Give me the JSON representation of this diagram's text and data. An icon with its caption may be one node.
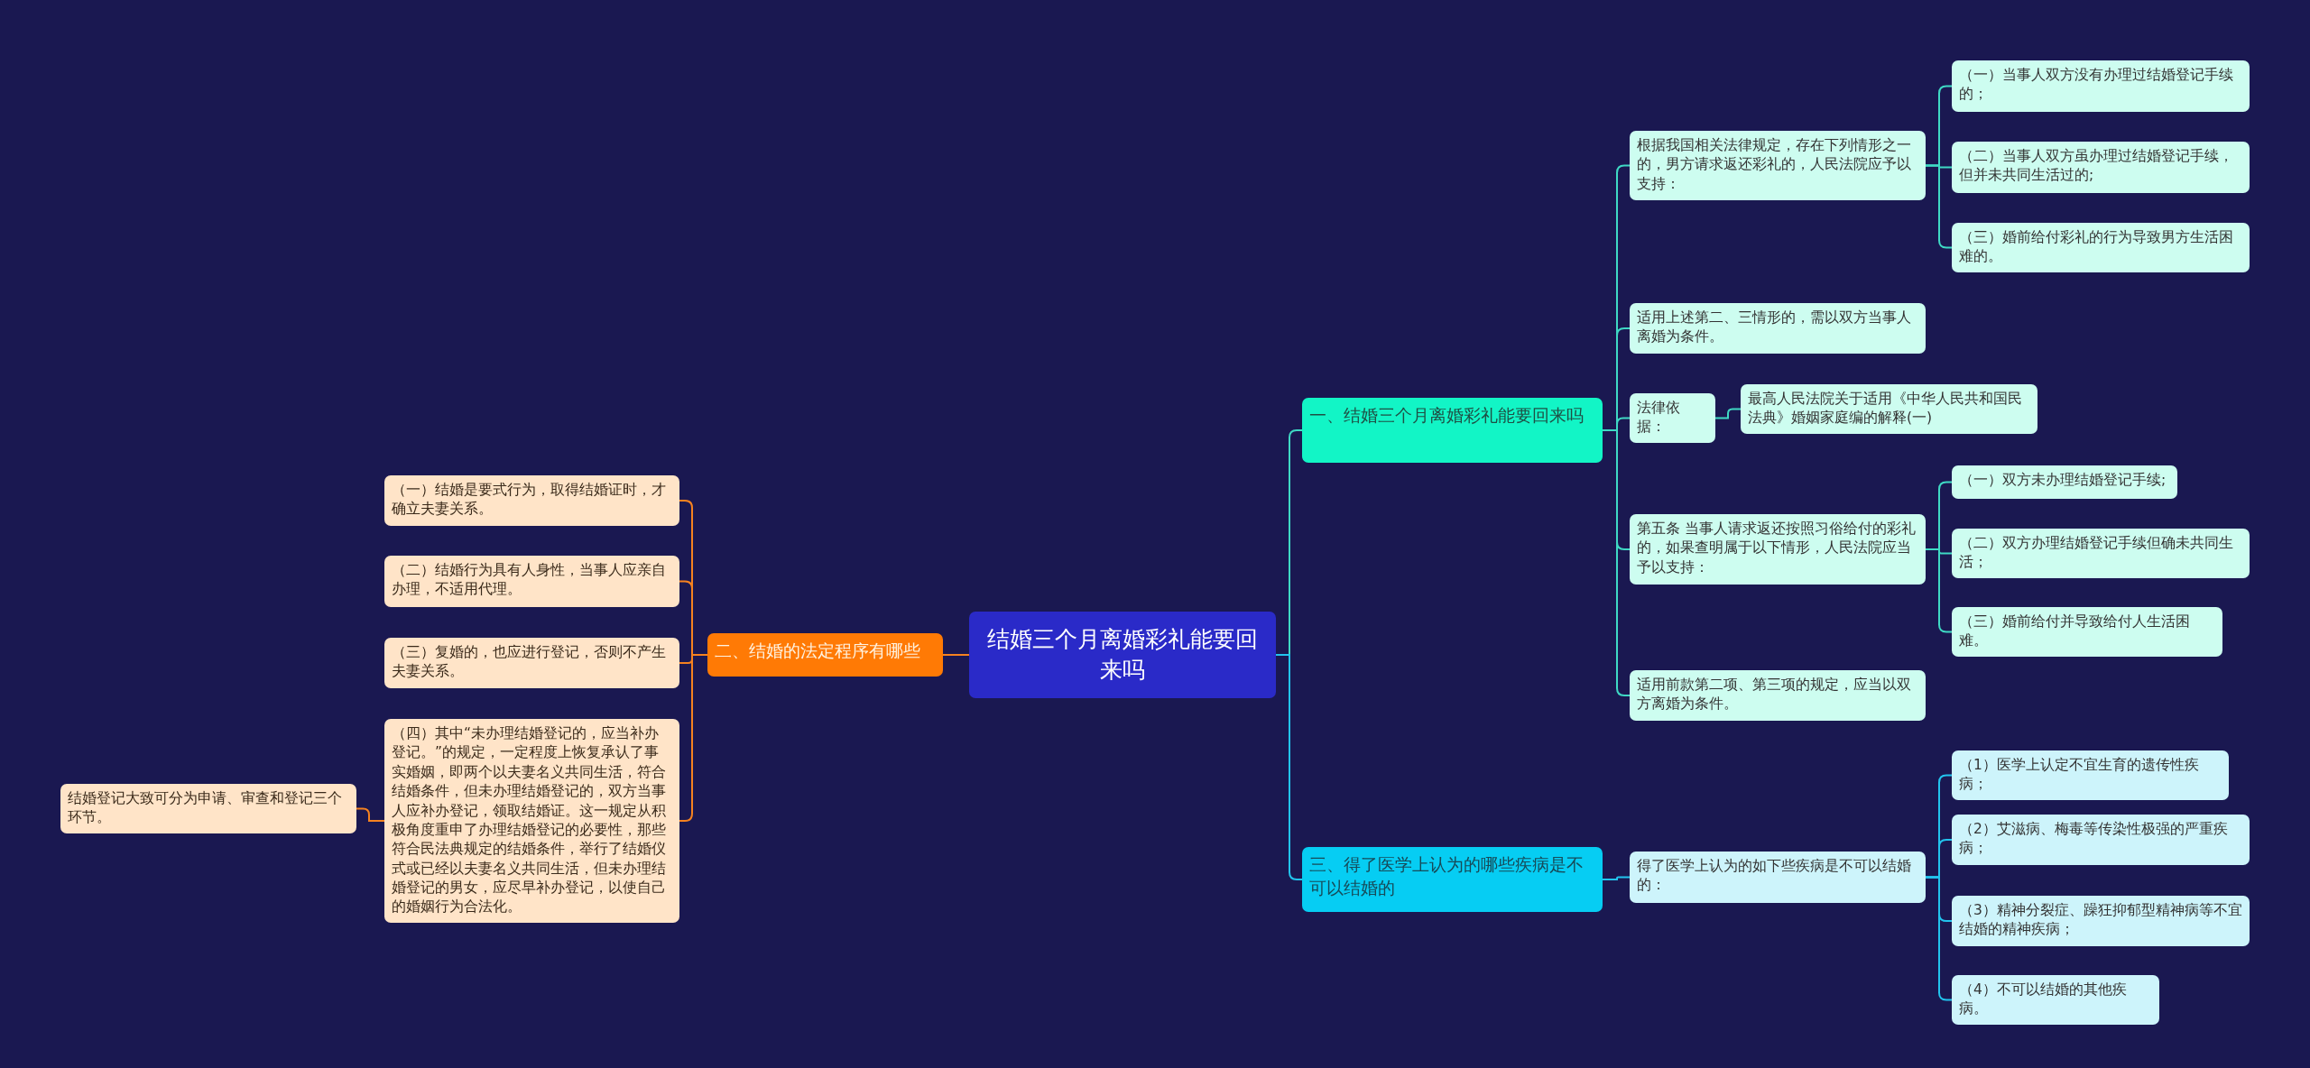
{
  "diagram": {
    "nodes": [
      {
        "text": [
          "结婚三个月离婚彩礼能要回来吗"
        ]
      },
      {
        "text": [
          "一、结婚三个月离婚彩礼能要回来吗"
        ]
      },
      {
        "text": [
          "根据我国相关法律规定，存在下列情形之一的，男方请求返还彩礼的，人民法院应予以支持："
        ]
      },
      {
        "text": [
          "（一）当事人双方没有办理过结婚登记手续的；"
        ]
      },
      {
        "text": [
          "（二）当事人双方虽办理过结婚登记手续，但并未共同生活过的;"
        ]
      },
      {
        "text": [
          "（三）婚前给付彩礼的行为导致男方生活困难的。"
        ]
      },
      {
        "text": [
          "适用上述第二、三情形的，需以双方当事人离婚为条件。"
        ]
      },
      {
        "text": [
          "法律依据："
        ]
      },
      {
        "text": [
          "最高人民法院关于适用《中华人民共和国民法典》婚姻家庭编的解释(一)"
        ]
      },
      {
        "text": [
          "第五条 当事人请求返还按照习俗给付的彩礼的，如果查明属于以下情形，人民法院应当予以支持："
        ]
      },
      {
        "text": [
          "（一）双方未办理结婚登记手续;"
        ]
      },
      {
        "text": [
          "（二）双方办理结婚登记手续但确未共同生活；"
        ]
      },
      {
        "text": [
          "（三）婚前给付并导致给付人生活困难。"
        ]
      },
      {
        "text": [
          "适用前款第二项、第三项的规定，应当以双方离婚为条件。"
        ]
      },
      {
        "text": [
          "三、得了医学上认为的哪些疾病是不可以结婚的"
        ]
      },
      {
        "text": [
          "得了医学上认为的如下些疾病是不可以结婚的："
        ]
      },
      {
        "text": [
          "（1）医学上认定不宜生育的遗传性疾病；"
        ]
      },
      {
        "text": [
          "（2）艾滋病、梅毒等传染性极强的严重疾病；"
        ]
      },
      {
        "text": [
          "（3）精神分裂症、躁狂抑郁型精神病等不宜结婚的精神疾病；"
        ]
      },
      {
        "text": [
          "（4）不可以结婚的其他疾病。"
        ]
      },
      {
        "text": [
          "二、结婚的法定程序有哪些"
        ]
      },
      {
        "text": [
          "（一）结婚是要式行为，取得结婚证时，才确立夫妻关系。"
        ]
      },
      {
        "text": [
          "（二）结婚行为具有人身性，当事人应亲自办理，不适用代理。"
        ]
      },
      {
        "text": [
          "（三）复婚的，也应进行登记，否则不产生夫妻关系。"
        ]
      },
      {
        "text": [
          "（四）其中“未办理结婚登记的，应当补办登记。”的规定，一定程度上恢复承认了事实婚姻，即两个以夫妻名义共同生活，符合结婚条件，但未办理结婚登记的，双方当事人应补办登记，领取结婚证。这一规定从积极角度重申了办理结婚登记的必要性，那些符合民法典规定的结婚条件，举行了结婚仪式或已经以夫妻名义共同生活，但未办理结婚登记的男女，应尽早补办登记，以使自己的婚姻行为合法化。"
        ]
      },
      {
        "text": [
          "结婚登记大致可分为申请、审查和登记三个环节。"
        ]
      }
    ],
    "edges": [
      {
        "from": 0,
        "to": 1,
        "arrow": "none"
      },
      {
        "from": 1,
        "to": 2,
        "arrow": "none"
      },
      {
        "from": 2,
        "to": 3,
        "arrow": "none"
      },
      {
        "from": 2,
        "to": 4,
        "arrow": "none"
      },
      {
        "from": 2,
        "to": 5,
        "arrow": "none"
      },
      {
        "from": 1,
        "to": 6,
        "arrow": "none"
      },
      {
        "from": 1,
        "to": 7,
        "arrow": "none"
      },
      {
        "from": 7,
        "to": 8,
        "arrow": "none"
      },
      {
        "from": 1,
        "to": 9,
        "arrow": "none"
      },
      {
        "from": 9,
        "to": 10,
        "arrow": "none"
      },
      {
        "from": 9,
        "to": 11,
        "arrow": "none"
      },
      {
        "from": 9,
        "to": 12,
        "arrow": "none"
      },
      {
        "from": 1,
        "to": 13,
        "arrow": "none"
      },
      {
        "from": 0,
        "to": 14,
        "arrow": "none",
        "color": "#22c4ee"
      },
      {
        "from": 14,
        "to": 15,
        "arrow": "none",
        "color": "#22c4ee"
      },
      {
        "from": 15,
        "to": 16,
        "arrow": "none",
        "color": "#22c4ee"
      },
      {
        "from": 15,
        "to": 17,
        "arrow": "none",
        "color": "#22c4ee"
      },
      {
        "from": 15,
        "to": 18,
        "arrow": "none",
        "color": "#22c4ee"
      },
      {
        "from": 15,
        "to": 19,
        "arrow": "none",
        "color": "#22c4ee"
      },
      {
        "from": 0,
        "to": 20,
        "arrow": "none",
        "color": "#f58220"
      },
      {
        "from": 20,
        "to": 21,
        "arrow": "none",
        "color": "#f58220"
      },
      {
        "from": 20,
        "to": 22,
        "arrow": "none",
        "color": "#f58220"
      },
      {
        "from": 20,
        "to": 23,
        "arrow": "none",
        "color": "#f58220"
      },
      {
        "from": 20,
        "to": 24,
        "arrow": "none",
        "color": "#f58220"
      },
      {
        "from": 24,
        "to": 25,
        "arrow": "none",
        "color": "#f58220"
      }
    ]
  }
}
